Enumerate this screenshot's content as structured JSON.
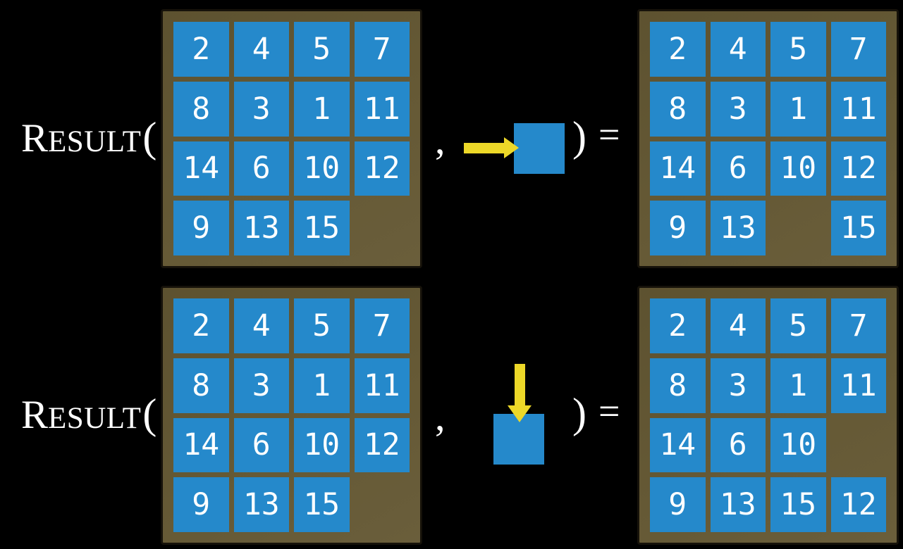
{
  "colors": {
    "background": "#000000",
    "board": "#645937",
    "board_border": "#16120A",
    "tile": "#2589CB",
    "tile_text": "#FFFFFF",
    "arrow": "#EDD828",
    "text": "#FFFFFF"
  },
  "rows": [
    {
      "function": {
        "initial": "R",
        "rest": "ESULT",
        "open_paren": "("
      },
      "comma": ",",
      "close_paren": ")",
      "equals": "=",
      "action": {
        "direction": "right",
        "icon": "right-arrow-icon"
      },
      "input_board": {
        "tiles": [
          [
            "2",
            "4",
            "5",
            "7"
          ],
          [
            "8",
            "3",
            "1",
            "11"
          ],
          [
            "14",
            "6",
            "10",
            "12"
          ],
          [
            "9",
            "13",
            "15",
            ""
          ]
        ]
      },
      "output_board": {
        "tiles": [
          [
            "2",
            "4",
            "5",
            "7"
          ],
          [
            "8",
            "3",
            "1",
            "11"
          ],
          [
            "14",
            "6",
            "10",
            "12"
          ],
          [
            "9",
            "13",
            "",
            "15"
          ]
        ]
      }
    },
    {
      "function": {
        "initial": "R",
        "rest": "ESULT",
        "open_paren": "("
      },
      "comma": ",",
      "close_paren": ")",
      "equals": "=",
      "action": {
        "direction": "down",
        "icon": "down-arrow-icon"
      },
      "input_board": {
        "tiles": [
          [
            "2",
            "4",
            "5",
            "7"
          ],
          [
            "8",
            "3",
            "1",
            "11"
          ],
          [
            "14",
            "6",
            "10",
            "12"
          ],
          [
            "9",
            "13",
            "15",
            ""
          ]
        ]
      },
      "output_board": {
        "tiles": [
          [
            "2",
            "4",
            "5",
            "7"
          ],
          [
            "8",
            "3",
            "1",
            "11"
          ],
          [
            "14",
            "6",
            "10",
            ""
          ],
          [
            "9",
            "13",
            "15",
            "12"
          ]
        ]
      }
    }
  ]
}
